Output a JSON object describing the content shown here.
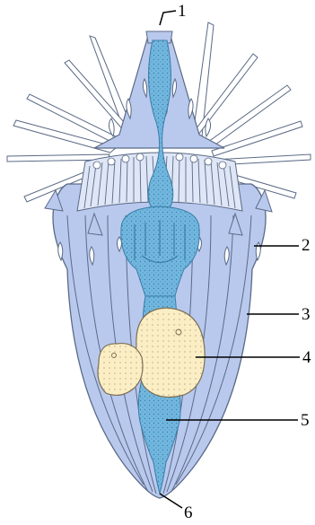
{
  "figure": {
    "labels": [
      "1",
      "2",
      "3",
      "4",
      "5",
      "6"
    ]
  },
  "colors": {
    "body_fill": "#b9c9ee",
    "body_stroke": "#5a6a86",
    "canal_fill": "#73b7de",
    "canal_dots": "#2f7fae",
    "gonad_fill": "#fbeec5",
    "gonad_stroke": "#7c6f55",
    "spine_fill": "#ffffff",
    "line_color": "#000000"
  }
}
